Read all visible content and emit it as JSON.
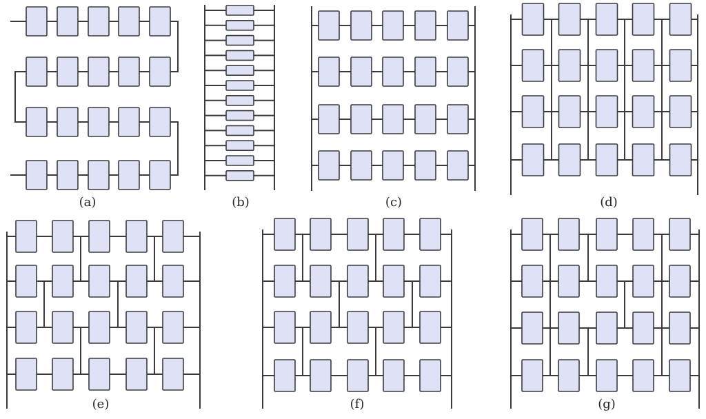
{
  "figure": {
    "module_fill": "#dfe2f6",
    "module_stroke": "#3a3a3a",
    "wire_color": "#3a3a3a",
    "panels": [
      {
        "id": "a",
        "label": "(a)",
        "rows": 4,
        "cols": 5,
        "connection": "series",
        "description_hidden": true
      },
      {
        "id": "b",
        "label": "(b)",
        "rows": 12,
        "cols": 1,
        "connection": "parallel"
      },
      {
        "id": "c",
        "label": "(c)",
        "rows": 4,
        "cols": 5,
        "connection": "series-parallel"
      },
      {
        "id": "d",
        "label": "(d)",
        "rows": 4,
        "cols": 5,
        "connection": "total-cross-tied"
      },
      {
        "id": "e",
        "label": "(e)",
        "rows": 4,
        "cols": 5,
        "connection": "bridge-linked"
      },
      {
        "id": "f",
        "label": "(f)",
        "rows": 4,
        "cols": 5,
        "connection": "honey-comb"
      },
      {
        "id": "g",
        "label": "(g)",
        "rows": 4,
        "cols": 5,
        "connection": "hybrid"
      }
    ]
  }
}
